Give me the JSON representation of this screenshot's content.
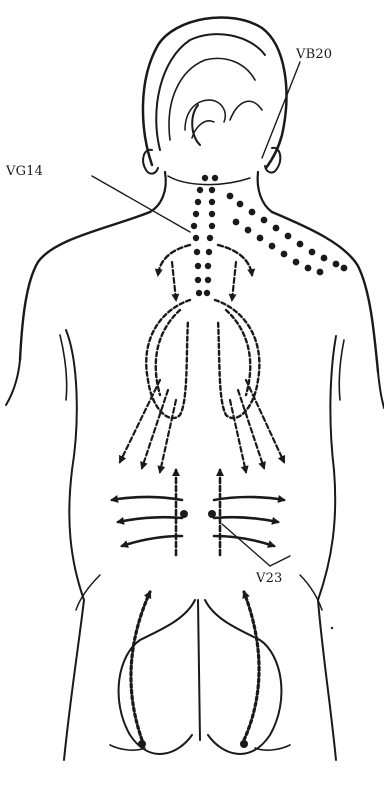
{
  "labels": {
    "vb20": "VB20",
    "vg14": "VG14",
    "v23": "V23"
  },
  "colors": {
    "ink": "#1a1a1a",
    "paper": "#ffffff"
  }
}
